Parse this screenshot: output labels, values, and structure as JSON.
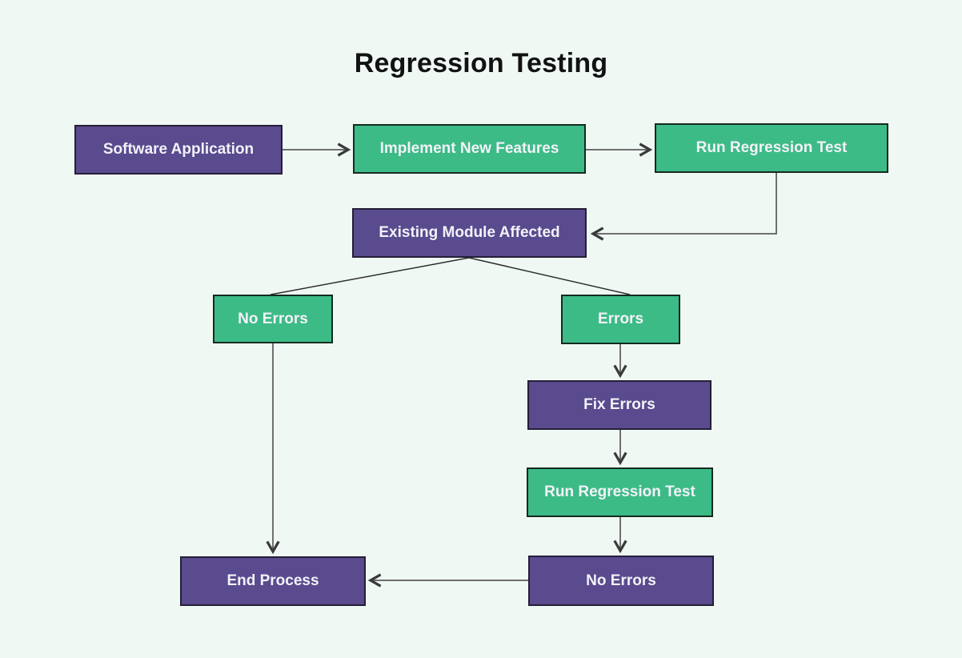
{
  "title": "Regression Testing",
  "colors": {
    "background": "#f0f8f4",
    "node_purple": "#5a4a8e",
    "node_green": "#3cbb87",
    "node_text": "#f3f2f8",
    "title_text": "#121212",
    "connector_line": "#6f6f6f",
    "split_line": "#2e2e2e",
    "arrowhead": "#3a3a3a"
  },
  "nodes": [
    {
      "id": "software-application",
      "label": "Software Application",
      "color": "purple"
    },
    {
      "id": "implement-new-features",
      "label": "Implement New Features",
      "color": "green"
    },
    {
      "id": "run-regression-test-1",
      "label": "Run Regression Test",
      "color": "green"
    },
    {
      "id": "existing-module-affected",
      "label": "Existing Module Affected",
      "color": "purple"
    },
    {
      "id": "no-errors-left",
      "label": "No Errors",
      "color": "green"
    },
    {
      "id": "errors",
      "label": "Errors",
      "color": "green"
    },
    {
      "id": "fix-errors",
      "label": "Fix Errors",
      "color": "purple"
    },
    {
      "id": "run-regression-test-2",
      "label": "Run Regression Test",
      "color": "green"
    },
    {
      "id": "no-errors-bottom",
      "label": "No Errors",
      "color": "purple"
    },
    {
      "id": "end-process",
      "label": "End Process",
      "color": "purple"
    }
  ],
  "edges": [
    {
      "from": "software-application",
      "to": "implement-new-features",
      "style": "arrow"
    },
    {
      "from": "implement-new-features",
      "to": "run-regression-test-1",
      "style": "arrow"
    },
    {
      "from": "run-regression-test-1",
      "to": "existing-module-affected",
      "style": "arrow-elbow"
    },
    {
      "from": "existing-module-affected",
      "to": "no-errors-left",
      "style": "line"
    },
    {
      "from": "existing-module-affected",
      "to": "errors",
      "style": "line"
    },
    {
      "from": "errors",
      "to": "fix-errors",
      "style": "arrow"
    },
    {
      "from": "fix-errors",
      "to": "run-regression-test-2",
      "style": "arrow"
    },
    {
      "from": "run-regression-test-2",
      "to": "no-errors-bottom",
      "style": "arrow"
    },
    {
      "from": "no-errors-bottom",
      "to": "end-process",
      "style": "arrow"
    },
    {
      "from": "no-errors-left",
      "to": "end-process",
      "style": "arrow"
    }
  ]
}
